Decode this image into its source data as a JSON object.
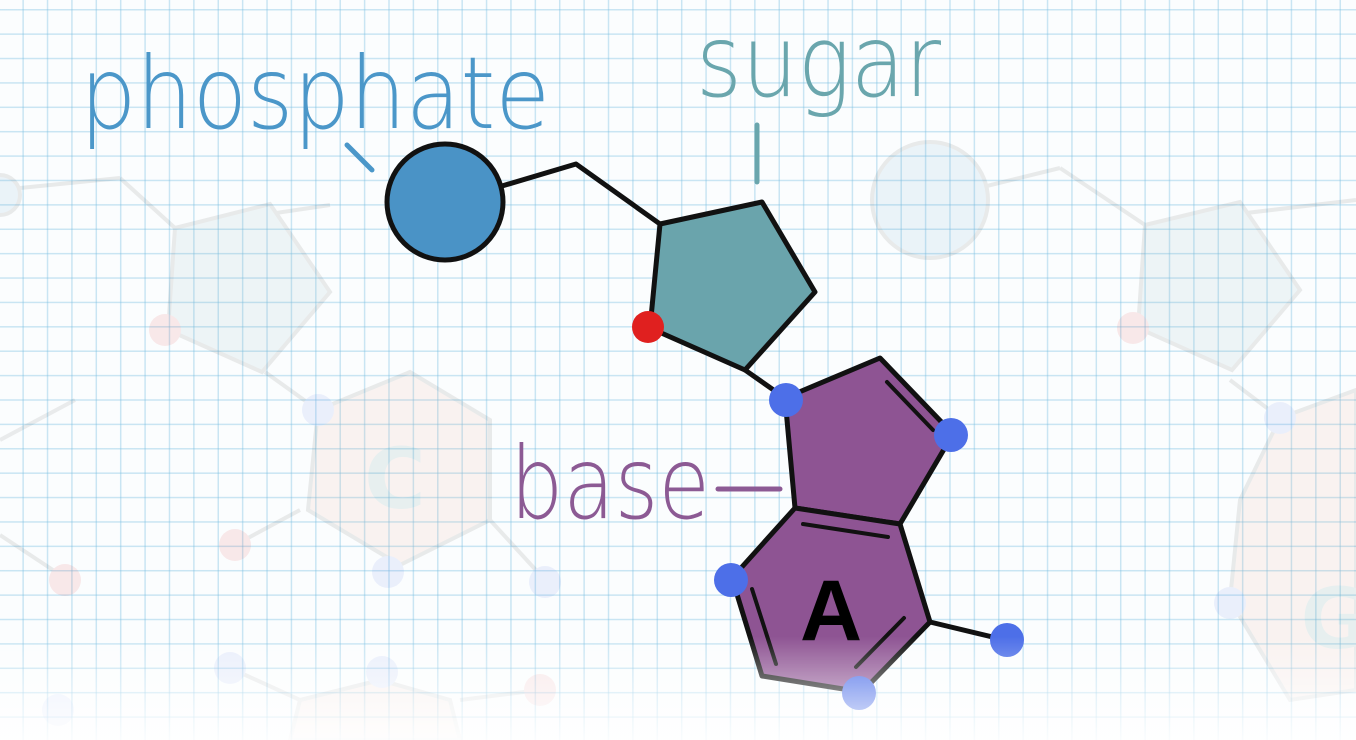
{
  "labels": {
    "phosphate": "phosphate",
    "sugar": "sugar",
    "base": "base",
    "base_letter": "A"
  },
  "background_molecules": {
    "letters": [
      "C",
      "G"
    ]
  },
  "colors": {
    "phosphate": "#4a93c6",
    "phosphate_label": "#4b97c9",
    "sugar": "#6aa4ac",
    "sugar_label": "#6aa6ad",
    "base": "#8e5493",
    "base_label": "#8c5a94",
    "oxygen": "#e0201f",
    "nitrogen": "#4d6fe8",
    "bond": "#111111",
    "grid": "#9ccbe6"
  }
}
